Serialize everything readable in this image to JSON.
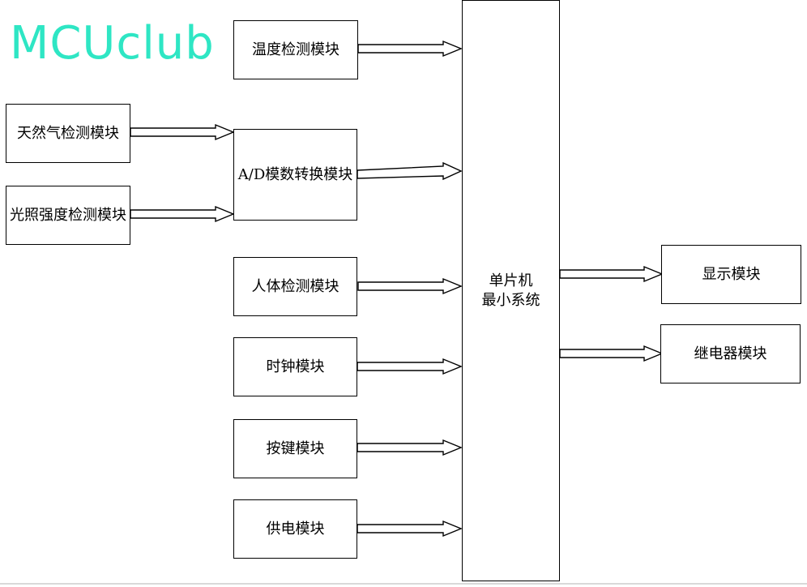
{
  "logo": {
    "text": "MCUclub",
    "color": "#2ee6c4"
  },
  "modules": {
    "temperature": "温度检测模块",
    "natural_gas": "天然气检测模块",
    "light": "光照强度检测模块",
    "adc": "A/D模数转换模块",
    "human": "人体检测模块",
    "clock": "时钟模块",
    "keypad": "按键模块",
    "power": "供电模块",
    "mcu": "单片机\n最小系统",
    "display": "显示模块",
    "relay": "继电器模块"
  }
}
